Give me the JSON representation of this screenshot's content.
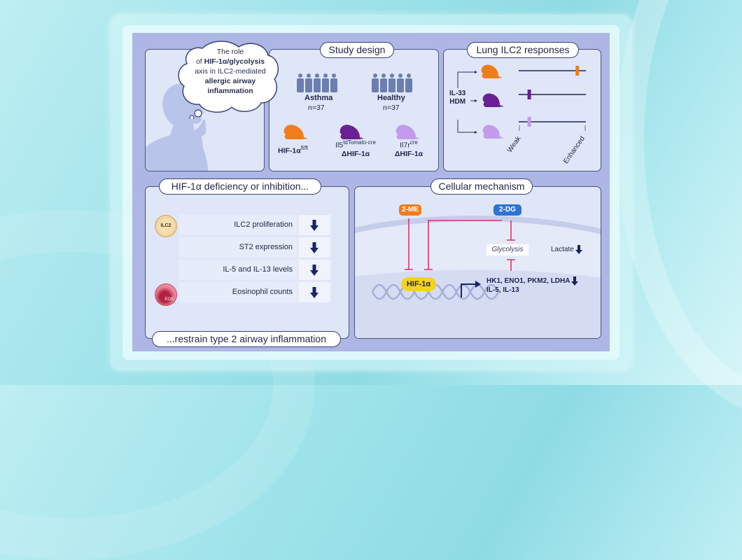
{
  "thought": {
    "line1": "The role",
    "line2_prefix": "of ",
    "line2_bold": "HIF-1α/glycolysis",
    "line3": "axis in ILC2-mediated",
    "line4": "allergic airway",
    "line5": "inflammation"
  },
  "study_design": {
    "title": "Study design",
    "groups": [
      {
        "label": "Asthma",
        "n": "n=37"
      },
      {
        "label": "Healthy",
        "n": "n=37"
      }
    ],
    "mice": [
      {
        "label": "HIF-1α",
        "sup": "fl/fl",
        "line2": "",
        "color": "#f07d1c"
      },
      {
        "label": "Il5",
        "sup": "tdTomato-cre",
        "line2": "ΔHIF-1α",
        "color": "#6a1f93"
      },
      {
        "label": "Il7r",
        "sup": "cre",
        "line2": "ΔHIF-1α",
        "color": "#c39bea"
      }
    ]
  },
  "lung_responses": {
    "title": "Lung ILC2 responses",
    "stimulus_line1": "IL-33",
    "stimulus_line2": "HDM",
    "axis_low": "Weak",
    "axis_high": "Enhanced",
    "levels": [
      {
        "mouse": "HIF-1α fl/fl",
        "response": 0.88,
        "color": "#f07d1c"
      },
      {
        "mouse": "Il5 tdTomato-cre ΔHIF-1α",
        "response": 0.15,
        "color": "#6a1f93"
      },
      {
        "mouse": "Il7r cre ΔHIF-1α",
        "response": 0.15,
        "color": "#c39bea"
      }
    ]
  },
  "deficiency": {
    "title": "HIF-1α deficiency or inhibition...",
    "footer": "...restrain type 2 airway inflammation",
    "ilc2_icon_label": "ILC2",
    "eos_icon_label": "EOS",
    "rows": [
      {
        "label": "ILC2 proliferation",
        "effect": "decrease"
      },
      {
        "label": "ST2 expression",
        "effect": "decrease"
      },
      {
        "label": "IL-5 and IL-13 levels",
        "effect": "decrease"
      },
      {
        "label": "Eosinophil counts",
        "effect": "decrease"
      }
    ]
  },
  "mechanism": {
    "title": "Cellular mechanism",
    "inhibitor1": "2-ME",
    "inhibitor2": "2-DG",
    "glycolysis": "Glycolysis",
    "lactate": "Lactate",
    "hif": "HIF-1α",
    "genes_line1": "HK1, ENO1, PKM2, LDHA",
    "genes_line2": "IL-5, IL-13",
    "colors": {
      "me": "#f07d1c",
      "dg": "#2f74d0",
      "hif": "#f4d21f",
      "inhibit": "#e0336a",
      "arrow": "#1a2366"
    }
  }
}
